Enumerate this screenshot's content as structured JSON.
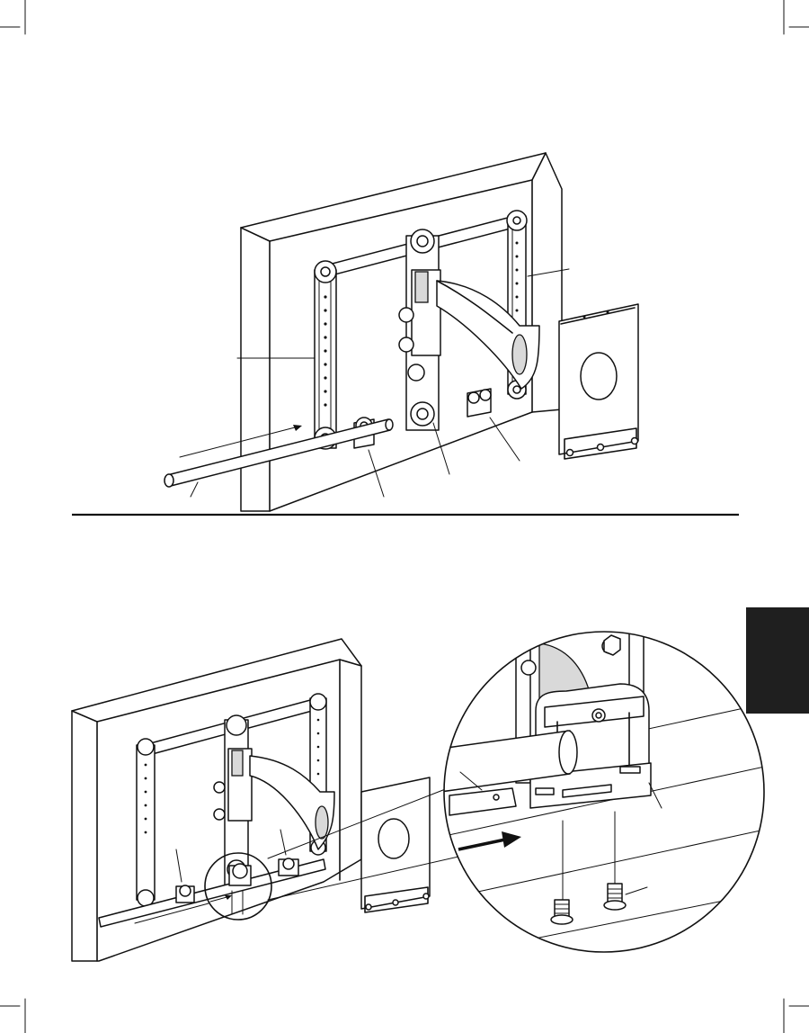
{
  "page": {
    "background": "#ffffff",
    "ink": "#111111"
  },
  "side_tab": {
    "color": "#1f1f1f"
  },
  "figures": [
    {
      "name": "figure-1",
      "callouts": 6,
      "elements": [
        "wall-plate",
        "vertical-rails",
        "horizontal-bar",
        "bar-clamp",
        "center-carriage",
        "swing-arm",
        "mounting-plate",
        "spacer-bracket"
      ]
    },
    {
      "name": "figure-2",
      "callouts": 4,
      "elements": [
        "wall-plate",
        "vertical-rails",
        "horizontal-bar",
        "bar-clamp",
        "detail-magnifier",
        "screws"
      ]
    }
  ]
}
